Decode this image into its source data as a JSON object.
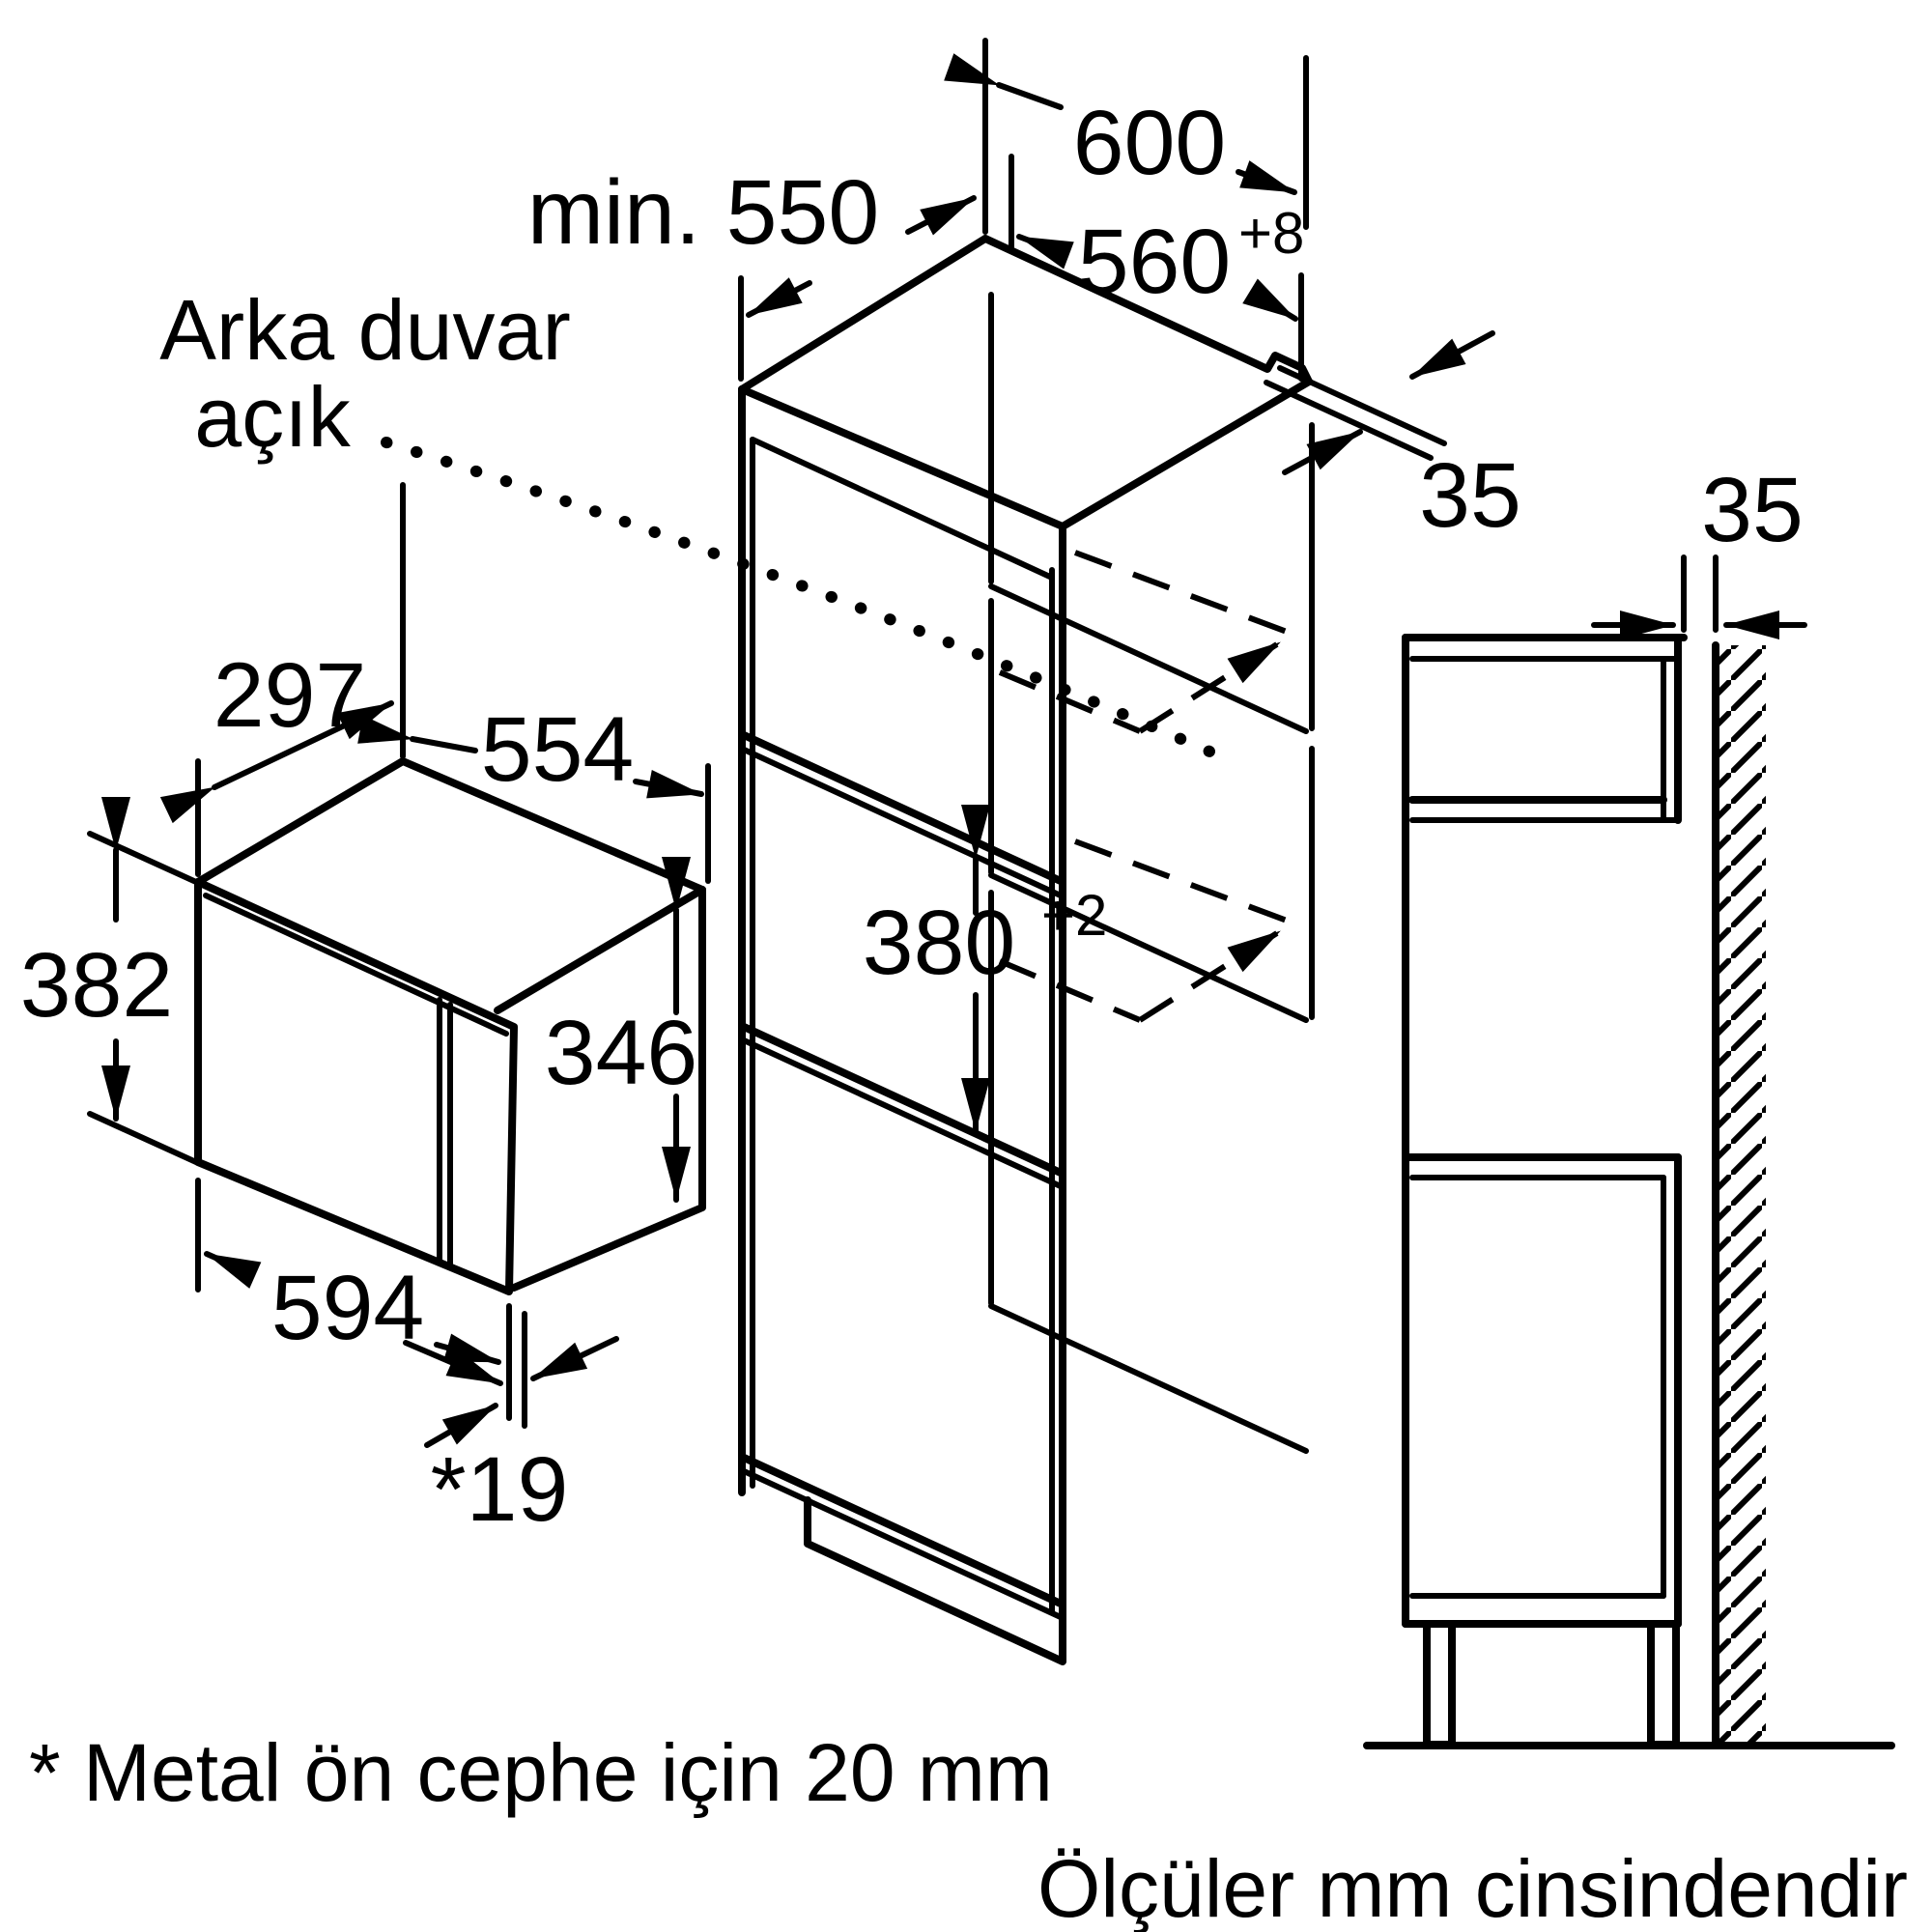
{
  "diagram": {
    "type": "appliance-installation-drawing",
    "subject": "built-in microwave oven niche and cabinet dimensions",
    "language": "Turkish",
    "colors": {
      "line": "#000000",
      "background": "#ffffff"
    }
  },
  "labels": {
    "cabinet_outer_width": "600",
    "niche_min_depth": "min. 550",
    "niche_width": "560",
    "niche_width_tolerance": "+8",
    "wall_gap_top": "35",
    "wall_gap_side": "35",
    "appliance_body_depth": "297",
    "appliance_body_width": "554",
    "appliance_front_height": "382",
    "appliance_body_height": "346",
    "niche_height": "380",
    "niche_height_tolerance": "+2",
    "appliance_front_width": "594",
    "front_protrusion": "*19",
    "back_note_line1": "Arka duvar",
    "back_note_line2": "açık",
    "footnote": "* Metal ön cephe için 20 mm",
    "units_note": "Ölçüler mm cinsindendir"
  },
  "dimensions_mm": [
    {
      "name": "cabinet outer width",
      "value": 600
    },
    {
      "name": "niche depth minimum",
      "value": 550,
      "qualifier": "min."
    },
    {
      "name": "niche width",
      "value": 560,
      "tolerance": "+8"
    },
    {
      "name": "gap to rear wall (top view)",
      "value": 35
    },
    {
      "name": "gap to rear wall (side view)",
      "value": 35
    },
    {
      "name": "appliance body depth",
      "value": 297
    },
    {
      "name": "appliance body width",
      "value": 554
    },
    {
      "name": "appliance front height",
      "value": 382
    },
    {
      "name": "appliance body height",
      "value": 346
    },
    {
      "name": "niche height",
      "value": 380,
      "tolerance": "+2"
    },
    {
      "name": "appliance front width",
      "value": 594
    },
    {
      "name": "front frame protrusion",
      "value": 19,
      "qualifier": "*",
      "note": "20 mm for metal front"
    }
  ],
  "notes": {
    "back_wall": "Arka duvar açık",
    "metal_front": "* Metal ön cephe için 20 mm",
    "units": "Ölçüler mm cinsindendir"
  }
}
